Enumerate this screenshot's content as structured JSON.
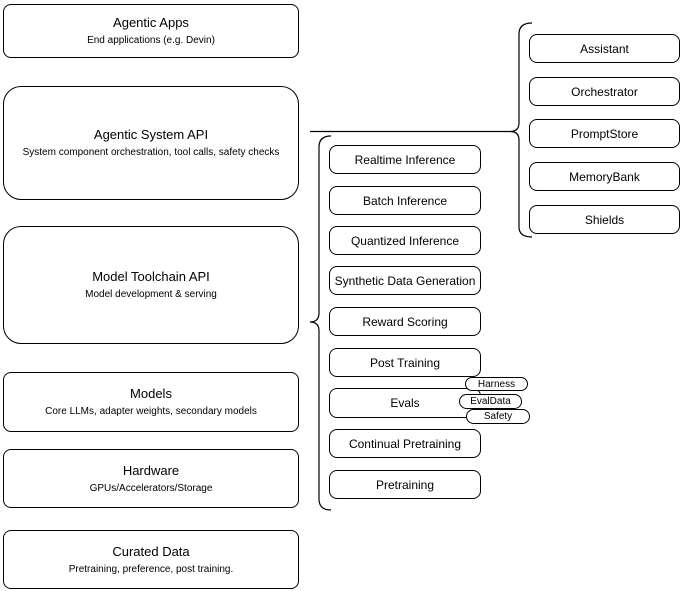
{
  "diagram": {
    "stack": [
      {
        "title": "Agentic Apps",
        "subtitle": "End applications (e.g. Devin)"
      },
      {
        "title": "Agentic System API",
        "subtitle": "System component orchestration, tool calls, safety checks"
      },
      {
        "title": "Model Toolchain API",
        "subtitle": "Model development & serving"
      },
      {
        "title": "Models",
        "subtitle": "Core LLMs, adapter weights, secondary models"
      },
      {
        "title": "Hardware",
        "subtitle": "GPUs/Accelerators/Storage"
      },
      {
        "title": "Curated Data",
        "subtitle": "Pretraining, preference, post training."
      }
    ],
    "toolchain_items": [
      "Realtime Inference",
      "Batch Inference",
      "Quantized Inference",
      "Synthetic Data Generation",
      "Reward Scoring",
      "Post Training",
      "Evals",
      "Continual Pretraining",
      "Pretraining"
    ],
    "eval_tags": [
      "Harness",
      "EvalData",
      "Safety"
    ],
    "system_items": [
      "Assistant",
      "Orchestrator",
      "PromptStore",
      "MemoryBank",
      "Shields"
    ],
    "colors": {
      "stroke": "#000000",
      "fill": "#ffffff",
      "text": "#000000"
    }
  }
}
